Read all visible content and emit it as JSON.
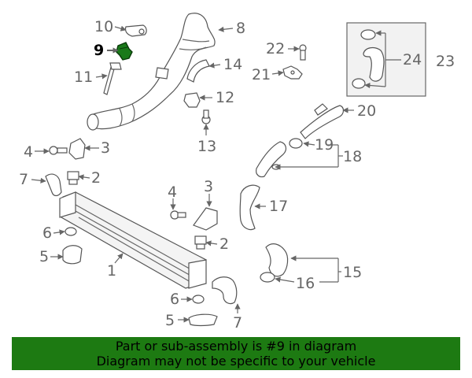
{
  "callouts": {
    "c10": "10",
    "c9": "9",
    "c11": "11",
    "c8": "8",
    "c22": "22",
    "c21": "21",
    "c14": "14",
    "c12": "12",
    "c13": "13",
    "c24": "24",
    "c23": "23",
    "c20": "20",
    "c19": "19",
    "c18": "18",
    "c4a": "4",
    "c3a": "3",
    "c7a": "7",
    "c2a": "2",
    "c4b": "4",
    "c3b": "3",
    "c17": "17",
    "c6a": "6",
    "c2b": "2",
    "c5a": "5",
    "c1": "1",
    "c15": "15",
    "c16": "16",
    "c6b": "6",
    "c5b": "5",
    "c7b": "7"
  },
  "highlight_part": "9",
  "banner": {
    "line1": "Part or sub-assembly is #9 in diagram",
    "line2": "Diagram may not be specific to your vehicle"
  },
  "colors": {
    "banner_bg": "#1d7a12",
    "highlight_part_fill": "#1a7a1a",
    "line": "#666666"
  }
}
